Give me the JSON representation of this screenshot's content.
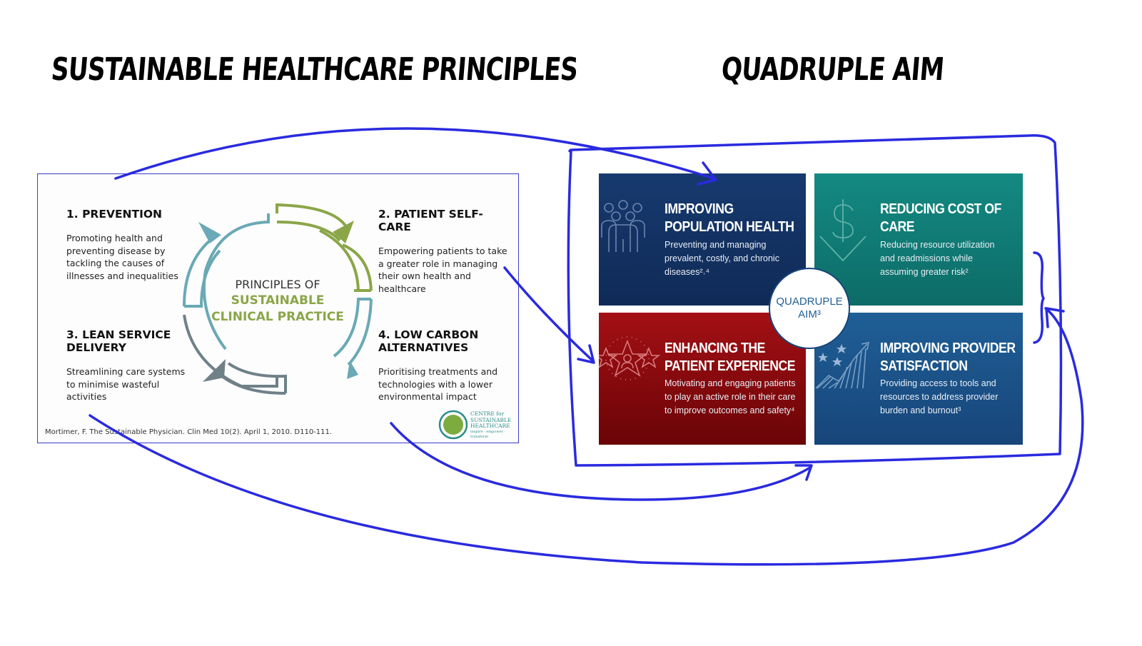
{
  "titles": {
    "left": "SUSTAINABLE HEALTHCARE PRINCIPLES",
    "right": "QUADRUPLE AIM"
  },
  "principles": {
    "items": [
      {
        "heading": "1. PREVENTION",
        "body": "Promoting health and preventing disease by tackling the causes of illnesses and inequalities"
      },
      {
        "heading": "2. PATIENT SELF-CARE",
        "body": "Empowering patients to take a greater role in managing their own health and healthcare"
      },
      {
        "heading": "3. LEAN SERVICE DELIVERY",
        "body": "Streamlining care systems to minimise wasteful activities"
      },
      {
        "heading": "4. LOW CARBON ALTERNATIVES",
        "body": "Prioritising treatments and technologies with a lower environmental impact"
      }
    ],
    "center": {
      "line1": "PRINCIPLES OF",
      "line2": "SUSTAINABLE",
      "line3": "CLINICAL PRACTICE"
    },
    "citation": "Mortimer, F. The Sustainable Physician. Clin Med 10(2). April 1, 2010. D110-111.",
    "logo_text": {
      "line1": "CENTRE for",
      "line2": "SUSTAINABLE",
      "line3": "HEALTHCARE",
      "line4": "inspire · empower · transform"
    }
  },
  "quadruple_aim": {
    "center": {
      "line1": "QUADRUPLE",
      "line2": "AIM³"
    },
    "quadrants": [
      {
        "title": "IMPROVING POPULATION HEALTH",
        "body": "Preventing and managing prevalent, costly, and chronic diseases²˒⁴",
        "icon": "people-group-icon",
        "color": "#173a6e"
      },
      {
        "title": "REDUCING COST OF CARE",
        "body": "Reducing resource utilization and readmissions while assuming greater risk²",
        "icon": "dollar-down-arrow-icon",
        "color": "#148a82"
      },
      {
        "title": "ENHANCING THE PATIENT EXPERIENCE",
        "body": "Motivating and engaging patients to play an active role in their care to improve outcomes and safety⁴",
        "icon": "star-person-icon",
        "color": "#a31014"
      },
      {
        "title": "IMPROVING PROVIDER SATISFACTION",
        "body": "Providing access to tools and resources to address provider burden and burnout³",
        "icon": "stars-trend-chart-icon",
        "color": "#1f5f96"
      }
    ]
  },
  "colors": {
    "annotation_blue": "#2a2ae0",
    "cycle_teal": "#6aa9b5",
    "cycle_green": "#8aa648",
    "cycle_slate": "#6f8088"
  }
}
